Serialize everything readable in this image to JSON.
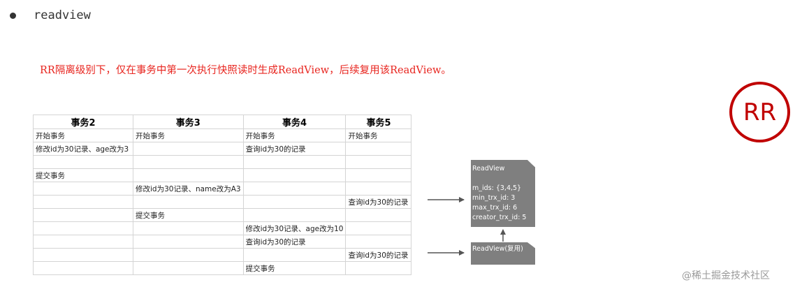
{
  "bullet": {
    "text": "readview"
  },
  "note": {
    "text": "RR隔离级别下，仅在事务中第一次执行快照读时生成ReadView，后续复用该ReadView。"
  },
  "badge": {
    "text": "RR"
  },
  "table": {
    "headers": [
      "事务2",
      "事务3",
      "事务4",
      "事务5"
    ],
    "rows": [
      [
        "开始事务",
        "开始事务",
        "开始事务",
        "开始事务"
      ],
      [
        "修改id为30记录、age改为3",
        "",
        "查询id为30的记录",
        ""
      ],
      [
        "",
        "",
        "",
        ""
      ],
      [
        "提交事务",
        "",
        "",
        ""
      ],
      [
        "",
        "修改id为30记录、name改为A3",
        "",
        ""
      ],
      [
        "",
        "",
        "",
        "查询id为30的记录"
      ],
      [
        "",
        "提交事务",
        "",
        ""
      ],
      [
        "",
        "",
        "修改id为30记录、age改为10",
        ""
      ],
      [
        "",
        "",
        "查询id为30的记录",
        ""
      ],
      [
        "",
        "",
        "",
        "查询id为30的记录"
      ],
      [
        "",
        "",
        "提交事务",
        ""
      ]
    ]
  },
  "readview": {
    "title": "ReadView",
    "m_ids": "m_ids: {3,4,5}",
    "min_trx_id": "min_trx_id: 3",
    "max_trx_id": "max_trx_id: 6",
    "creator_trx_id": "creator_trx_id: 5",
    "reuse_label": "ReadView(复用)"
  },
  "colors": {
    "note": "#e8251f",
    "badge": "#c00000",
    "readview_box": "#7f7f7f"
  },
  "watermark": {
    "text": "@稀土掘金技术社区"
  }
}
